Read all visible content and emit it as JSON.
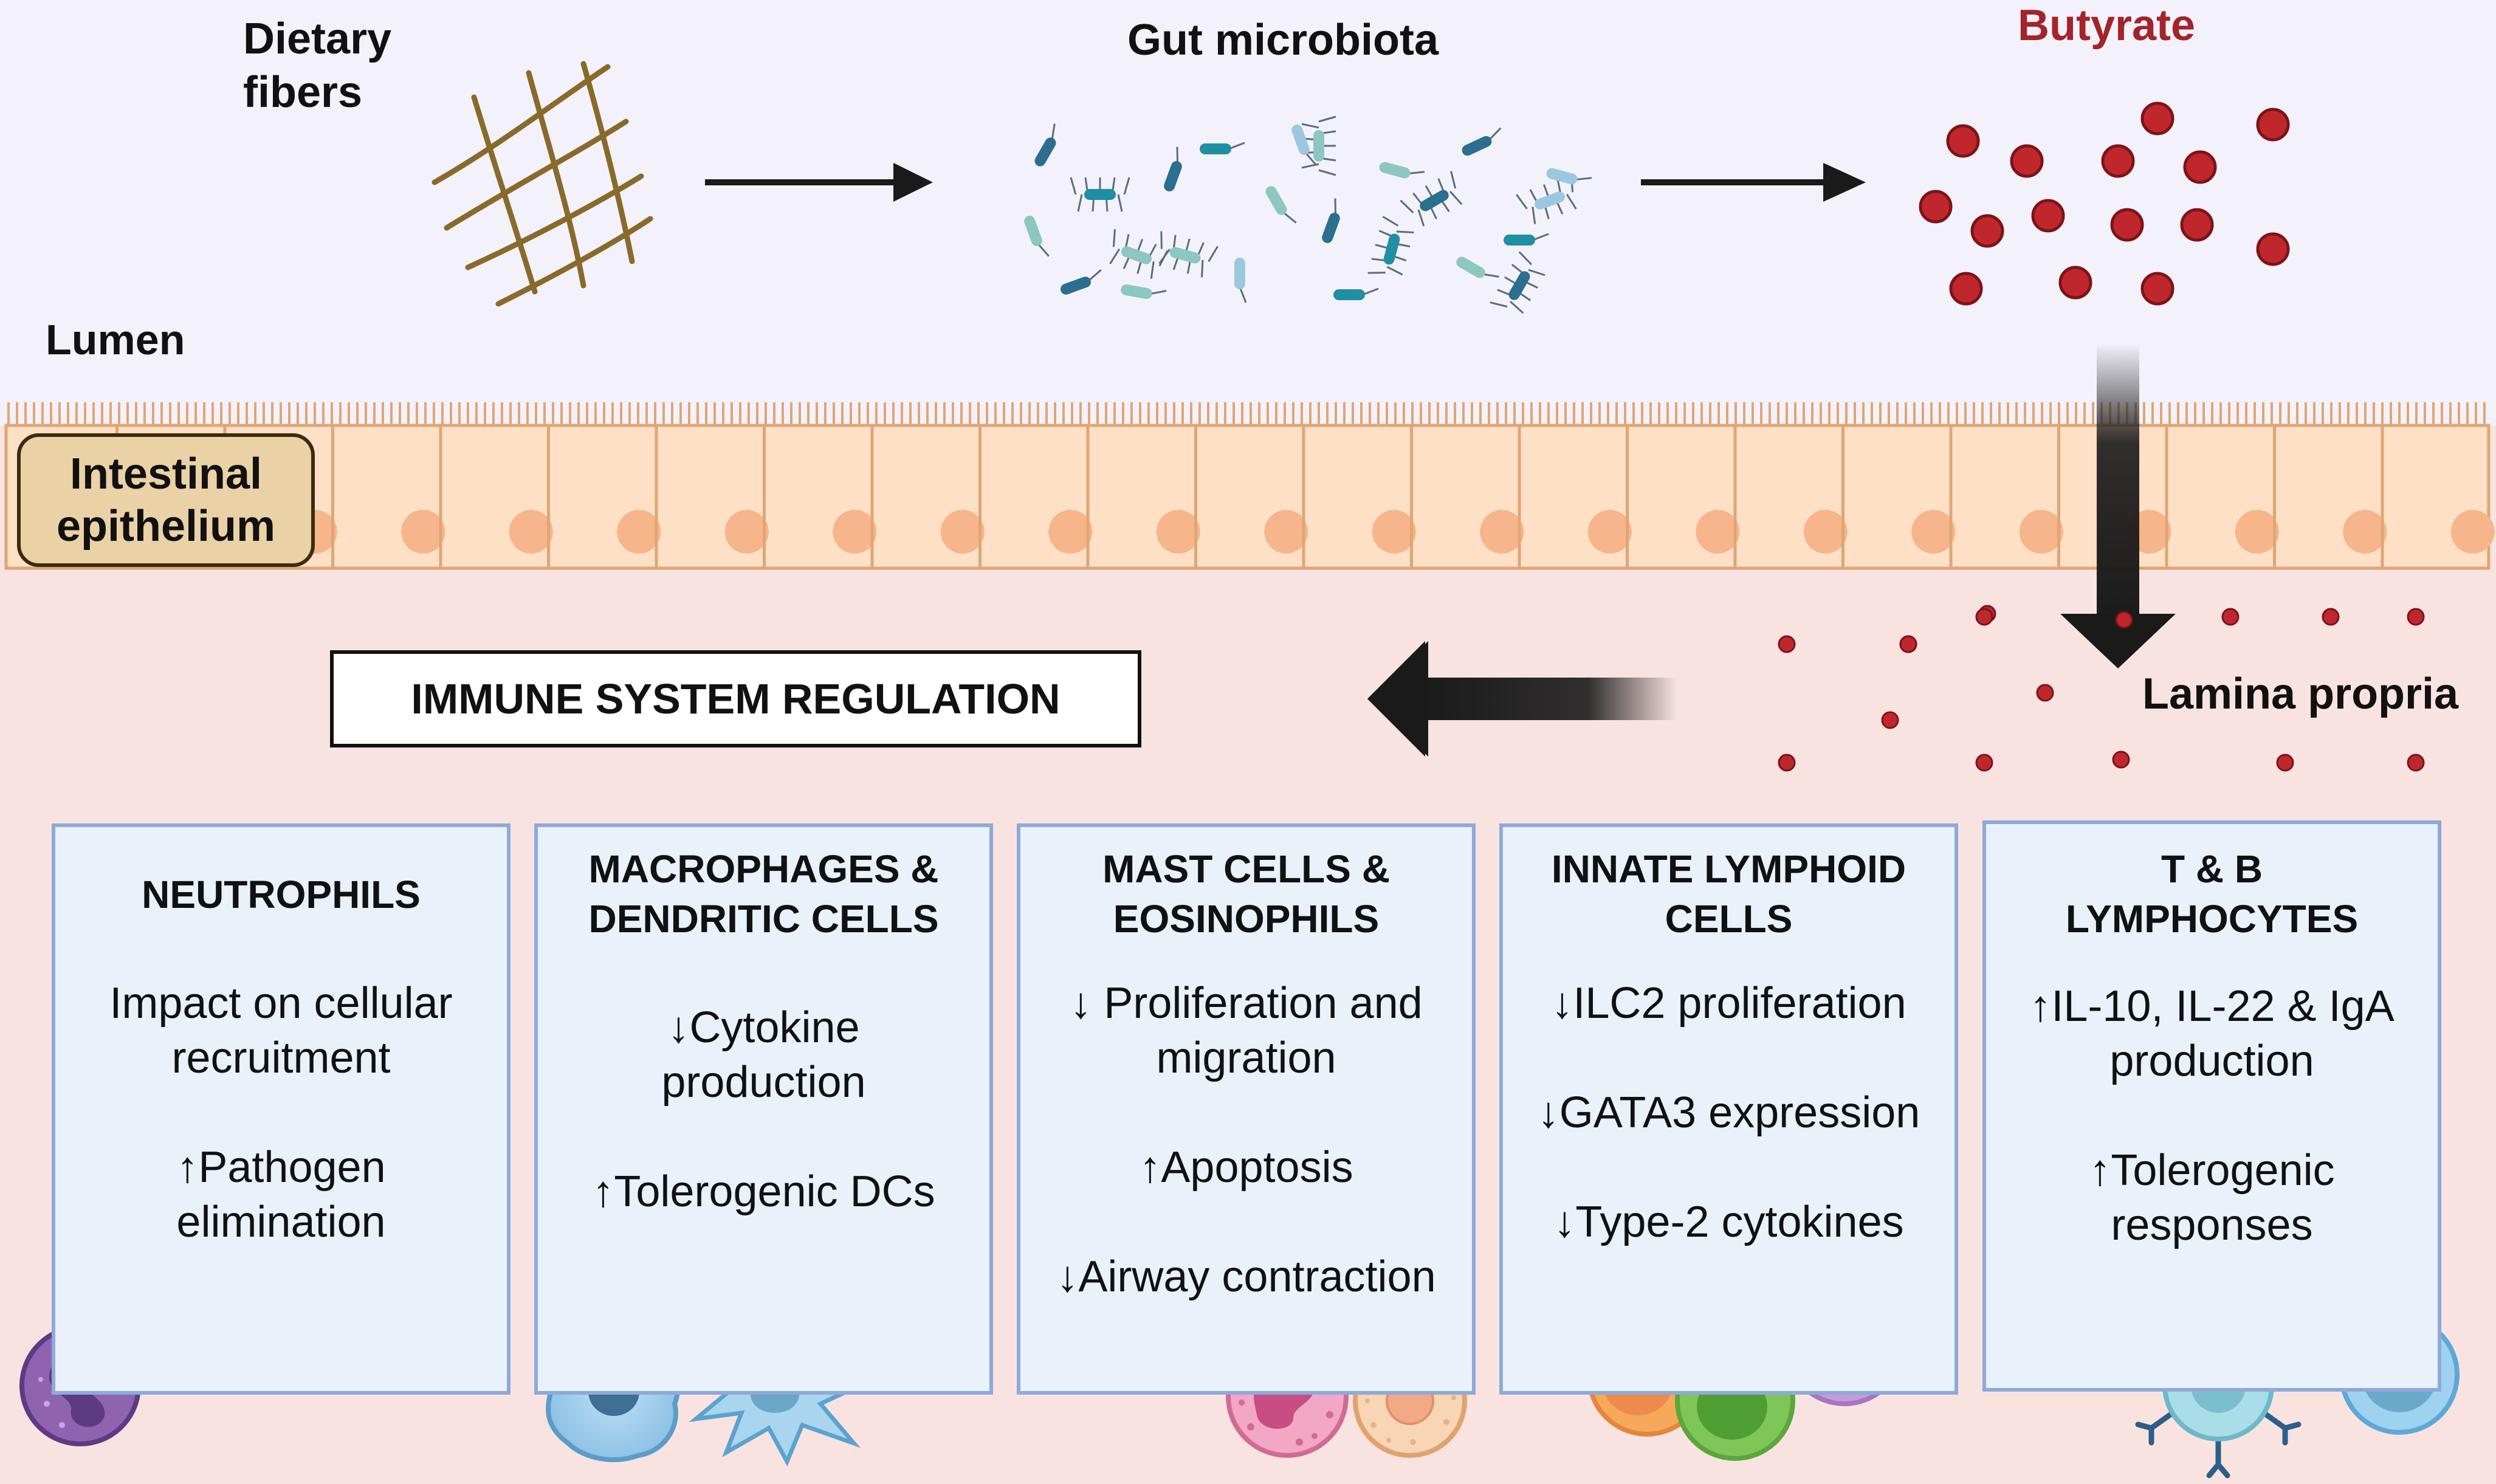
{
  "lumen": {
    "dietary_fibers_line1": "Dietary",
    "dietary_fibers_line2": "fibers",
    "gut_microbiota": "Gut microbiota",
    "butyrate": "Butyrate",
    "lumen_label": "Lumen"
  },
  "epithelium": {
    "label_line1": "Intestinal",
    "label_line2": "epithelium"
  },
  "lamina_propria": {
    "label": "Lamina propria",
    "regulation_label": "IMMUNE SYSTEM REGULATION"
  },
  "panels": [
    {
      "title": [
        "NEUTROPHILS"
      ],
      "lines": [
        "Impact on cellular",
        "recruitment",
        "↑Pathogen",
        "elimination"
      ]
    },
    {
      "title": [
        "MACROPHAGES &",
        "DENDRITIC CELLS"
      ],
      "lines": [
        "↓Cytokine",
        "production",
        "↑Tolerogenic DCs"
      ]
    },
    {
      "title": [
        "MAST CELLS &",
        "EOSINOPHILS"
      ],
      "lines": [
        "↓ Proliferation and",
        "migration",
        "↑Apoptosis",
        "↓Airway contraction"
      ]
    },
    {
      "title": [
        "INNATE LYMPHOID",
        "CELLS"
      ],
      "lines": [
        "↓ILC2 proliferation",
        "↓GATA3 expression",
        "↓Type-2 cytokines"
      ]
    },
    {
      "title": [
        "T & B",
        "LYMPHOCYTES"
      ],
      "lines": [
        "↑IL-10, IL-22 & IgA",
        "production",
        "↑Tolerogenic",
        "responses"
      ]
    }
  ],
  "colors": {
    "lumen_bg": "#f3f2fb",
    "lamina_bg": "#f9e3e1",
    "epithelium_cell": "#fde0c6",
    "epithelium_border": "#e0a673",
    "nucleus": "#f7b58b",
    "butyrate": "#c0272d",
    "butyrate_text": "#a3242a",
    "fiber": "#8a6a2b",
    "panel_bg": "#e9f1fb",
    "panel_border": "#8fa9d9",
    "arrow": "#1a1a1a"
  },
  "icons": [
    "dietary-fiber-icon",
    "bacteria-icon",
    "butyrate-molecule-icon",
    "neutrophil-icon",
    "macrophage-icon",
    "dendritic-cell-icon",
    "mast-cell-icon",
    "eosinophil-icon",
    "innate-lymphoid-cell-icon",
    "b-cell-icon",
    "t-cell-icon"
  ]
}
